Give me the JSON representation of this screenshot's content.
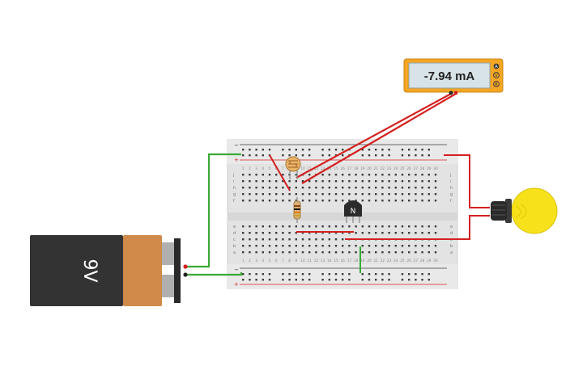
{
  "battery": {
    "label": "9V"
  },
  "multimeter": {
    "reading": "-7.94 mA",
    "mode_buttons": [
      "A",
      "V",
      "R"
    ]
  },
  "transistor": {
    "label": "N"
  },
  "breadboard": {
    "rail_minus": "−",
    "rail_plus": "+",
    "row_letters_top": [
      "j",
      "i",
      "h",
      "g",
      "f"
    ],
    "row_letters_bottom": [
      "e",
      "d",
      "c",
      "b",
      "a"
    ],
    "column_numbers": [
      "1",
      "2",
      "3",
      "4",
      "5",
      "6",
      "7",
      "8",
      "9",
      "10",
      "11",
      "12",
      "13",
      "14",
      "15",
      "16",
      "17",
      "18",
      "19",
      "20",
      "21",
      "22",
      "23",
      "24",
      "25",
      "26",
      "27",
      "28",
      "29",
      "30"
    ]
  },
  "colors": {
    "wire_red": "#d42020",
    "wire_green": "#3aaa35",
    "breadboard": "#e6e6e6",
    "multimeter_body": "#f5a623",
    "bulb_glass": "#f7e11a"
  }
}
